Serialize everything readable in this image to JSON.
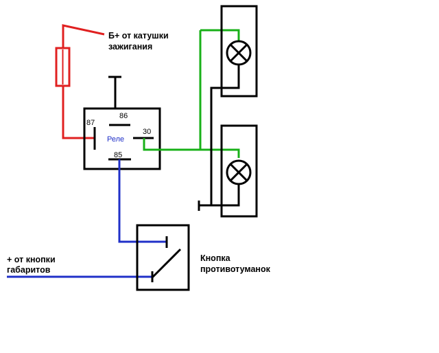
{
  "labels": {
    "battery_line1": "Б+ от катушки",
    "battery_line2": "зажигания",
    "relay": "Реле",
    "pin_87": "87",
    "pin_86": "86",
    "pin_30": "30",
    "pin_85": "85",
    "input_line1": "+ от кнопки",
    "input_line2": "габаритов",
    "button_line1": "Кнопка",
    "button_line2": "противотуманок"
  },
  "colors": {
    "power_wire": "#e02020",
    "signal_wire": "#2030c8",
    "lamp_wire": "#18b018",
    "outline": "#000000",
    "relay_label": "#2030c8"
  }
}
